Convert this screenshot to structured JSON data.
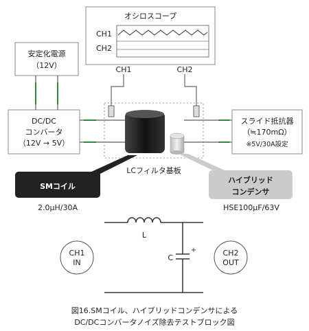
{
  "oscilloscope": {
    "title": "オシロスコープ",
    "ch1": "CH1",
    "ch2": "CH2"
  },
  "probes": {
    "ch1": "CH1",
    "ch2": "CH2"
  },
  "power_supply": {
    "line1": "安定化電源",
    "line2": "（12V）"
  },
  "converter": {
    "line1": "DC/DC",
    "line2": "コンバータ",
    "line3": "（12V → 5V）"
  },
  "load": {
    "line1": "スライド抵抗器",
    "line2": "（≒170mΩ）",
    "note": "※5V/30A設定"
  },
  "filter_board": {
    "label": "LCフィルタ基板"
  },
  "sm_coil": {
    "label": "SMコイル",
    "spec": "2.0μH/30A"
  },
  "hybrid_cap": {
    "line1": "ハイブリッド",
    "line2": "コンデンサ",
    "spec": "HSE100μF/63V"
  },
  "schematic": {
    "inductor": "L",
    "capacitor": "C",
    "plus": "+",
    "in_line1": "CH1",
    "in_line2": "IN",
    "out_line1": "CH2",
    "out_line2": "OUT"
  },
  "caption": {
    "line1": "図16.SMコイル、ハイブリッドコンデンサによる",
    "line2": "DC/DCコンバータノイズ除去テストブロック図"
  },
  "colors": {
    "wire_green": "#2e8b3a",
    "dark_label": "#222222",
    "grey_label": "#cccccc"
  }
}
